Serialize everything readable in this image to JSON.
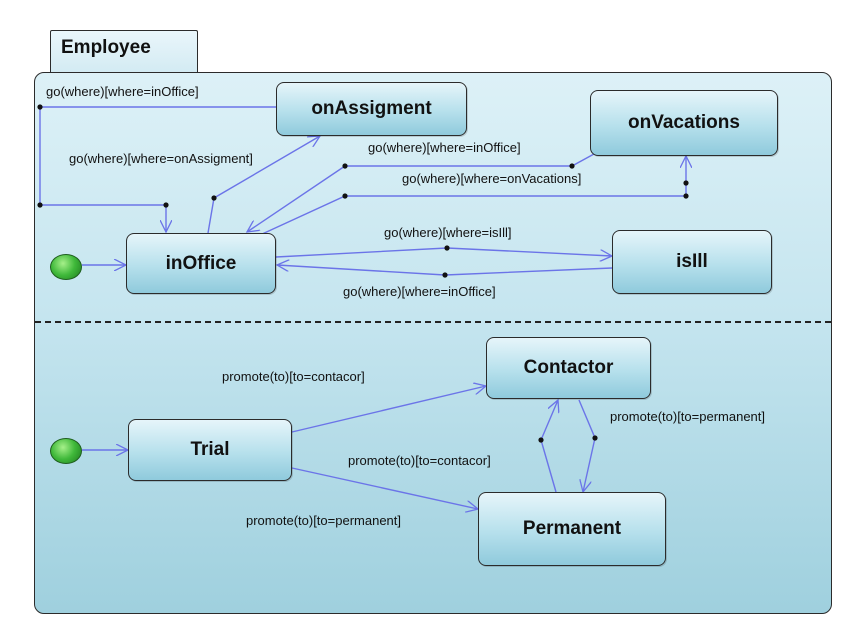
{
  "package": {
    "title": "Employee"
  },
  "states": {
    "onAssigment": "onAssigment",
    "onVacations": "onVacations",
    "inOffice": "inOffice",
    "isIll": "isIll",
    "contactor": "Contactor",
    "trial": "Trial",
    "permanent": "Permanent"
  },
  "transitions": {
    "t1": "go(where)[where=inOffice]",
    "t2": "go(where)[where=onAssigment]",
    "t3": "go(where)[where=inOffice]",
    "t4": "go(where)[where=onVacations]",
    "t5": "go(where)[where=isIll]",
    "t6": "go(where)[where=inOffice]",
    "t7": "promote(to)[to=contacor]",
    "t8": "promote(to)[to=permanent]",
    "t9": "promote(to)[to=contacor]",
    "t10": "promote(to)[to=permanent]"
  },
  "colors": {
    "edge": "#6b74e8",
    "state_top": "#e6f5fa",
    "state_bottom": "#8fcadc",
    "initial": "#3fb83a"
  }
}
